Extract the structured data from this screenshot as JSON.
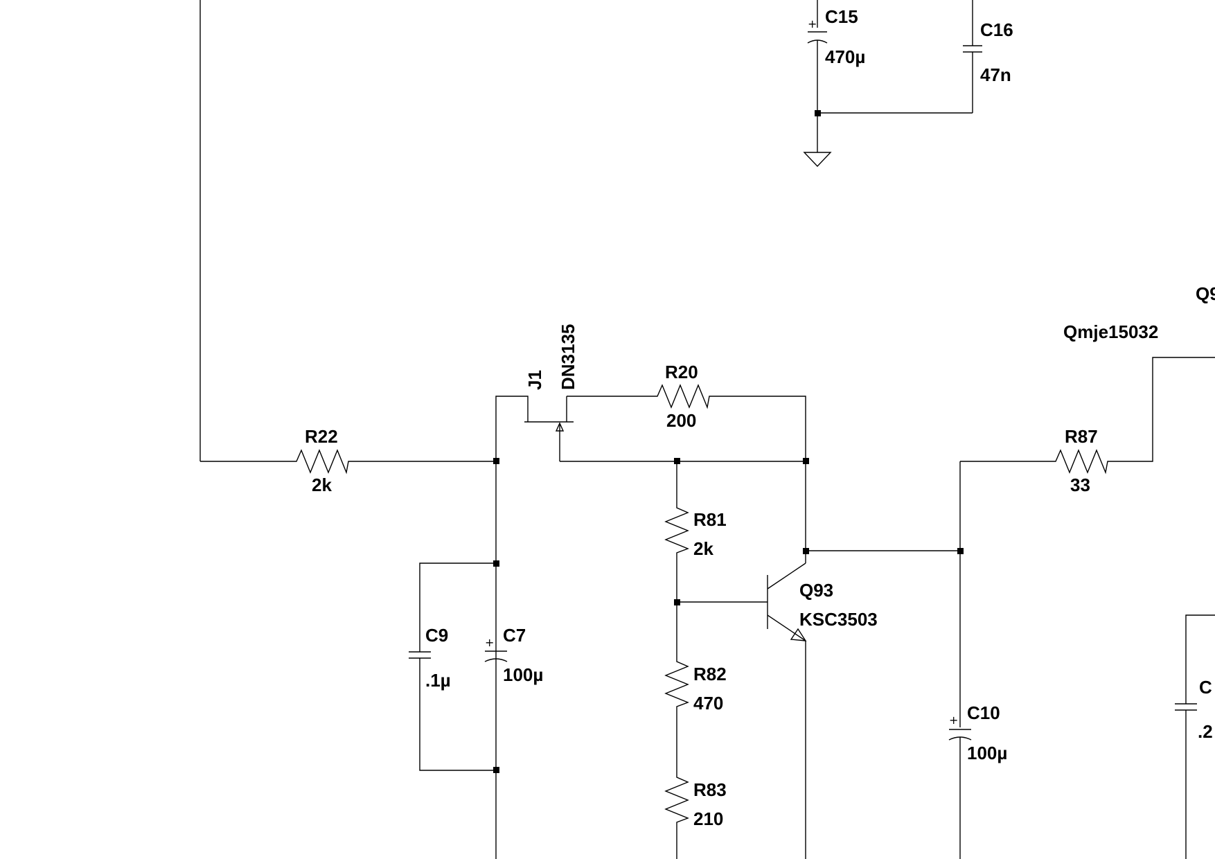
{
  "diagram": {
    "type": "circuit-schematic",
    "colors": {
      "background": "#ffffff",
      "ink": "#000000"
    },
    "components": {
      "c15": {
        "kind": "electrolytic-capacitor",
        "ref": "C15",
        "value": "470µ"
      },
      "c16": {
        "kind": "capacitor",
        "ref": "C16",
        "value": "47n"
      },
      "j1": {
        "kind": "jfet",
        "ref": "J1",
        "value": "DN3135"
      },
      "r20": {
        "kind": "resistor",
        "ref": "R20",
        "value": "200"
      },
      "r22": {
        "kind": "resistor",
        "ref": "R22",
        "value": "2k"
      },
      "r81": {
        "kind": "resistor",
        "ref": "R81",
        "value": "2k"
      },
      "r82": {
        "kind": "resistor",
        "ref": "R82",
        "value": "470"
      },
      "r83": {
        "kind": "resistor",
        "ref": "R83",
        "value": "210"
      },
      "q93": {
        "kind": "npn-transistor",
        "ref": "Q93",
        "value": "KSC3503"
      },
      "c9": {
        "kind": "capacitor",
        "ref": "C9",
        "value": ".1µ"
      },
      "c7": {
        "kind": "electrolytic-capacitor",
        "ref": "C7",
        "value": "100µ"
      },
      "c10": {
        "kind": "electrolytic-capacitor",
        "ref": "C10",
        "value": "100µ"
      },
      "r87": {
        "kind": "resistor",
        "ref": "R87",
        "value": "33"
      },
      "q9x": {
        "kind": "transistor",
        "ref_partial": "Q9",
        "value": "Qmje15032"
      },
      "c_right": {
        "kind": "capacitor",
        "ref_partial": "C",
        "value_partial": ".2"
      }
    },
    "polarity_mark": "+",
    "symbols": {
      "ground": "ground-icon"
    }
  }
}
